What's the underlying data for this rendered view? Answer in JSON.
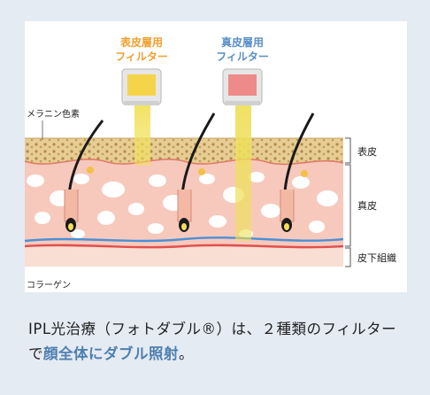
{
  "diagram": {
    "filters": [
      {
        "line1": "表皮層用",
        "line2": "フィルター",
        "label_color": "#f0a030",
        "filter_color": "#f5d44a"
      },
      {
        "line1": "真皮層用",
        "line2": "フィルター",
        "label_color": "#5a8fc8",
        "filter_color": "#ee8a8a"
      }
    ],
    "labels": {
      "melanin": "メラニン色素",
      "collagen": "コラーゲン",
      "epidermis": "表皮",
      "dermis": "真皮",
      "subcutis": "皮下組織"
    }
  },
  "caption": {
    "text_before": "IPL光治療（フォトダブル®）は、２種類のフィルターで",
    "highlight": "顔全体にダブル照射",
    "text_after": "。"
  },
  "colors": {
    "background": "#e4ebf3",
    "highlight": "#4f7fb0",
    "skin_dermis": "#f7c9bd",
    "epidermis_top": "#e8d29c",
    "vein": "#4a90d6",
    "artery": "#e0504e"
  }
}
